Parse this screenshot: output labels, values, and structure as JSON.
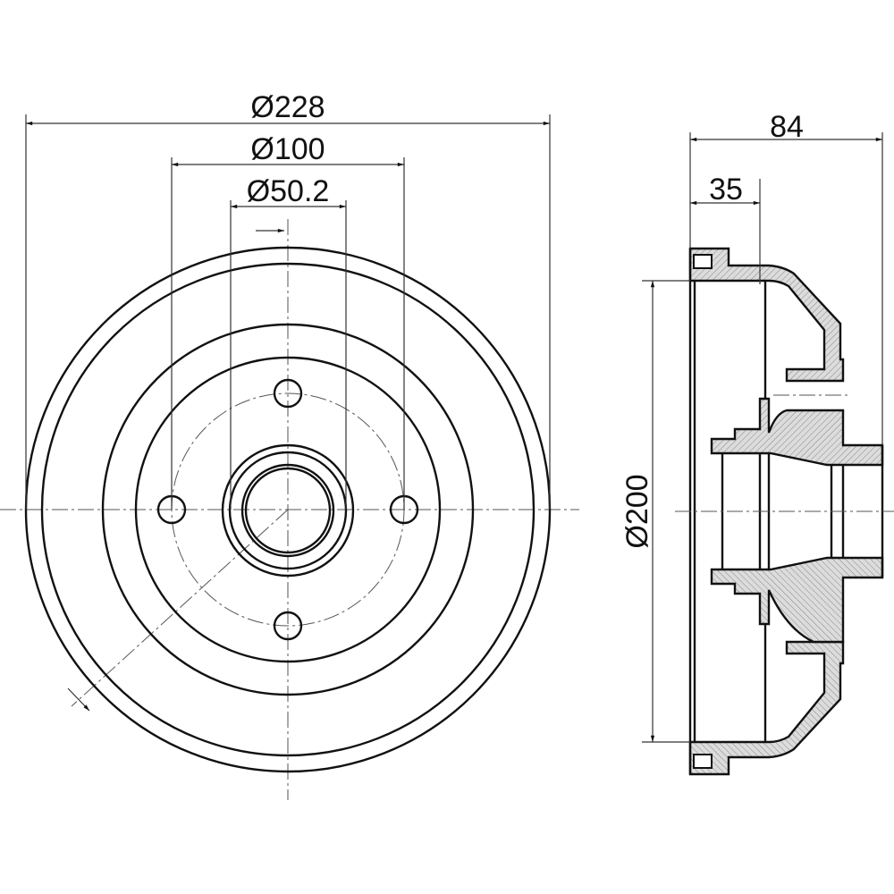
{
  "front_view": {
    "dimensions": {
      "outer_diameter": "Ø228",
      "bolt_circle_diameter": "Ø100",
      "center_bore_diameter": "Ø50.2"
    },
    "bolt_holes": 4
  },
  "side_view": {
    "dimensions": {
      "overall_height": "84",
      "drum_depth": "35",
      "brake_surface_diameter": "Ø200"
    }
  },
  "colors": {
    "line": "#111111",
    "hatch_fill": "#d8d8d8"
  }
}
